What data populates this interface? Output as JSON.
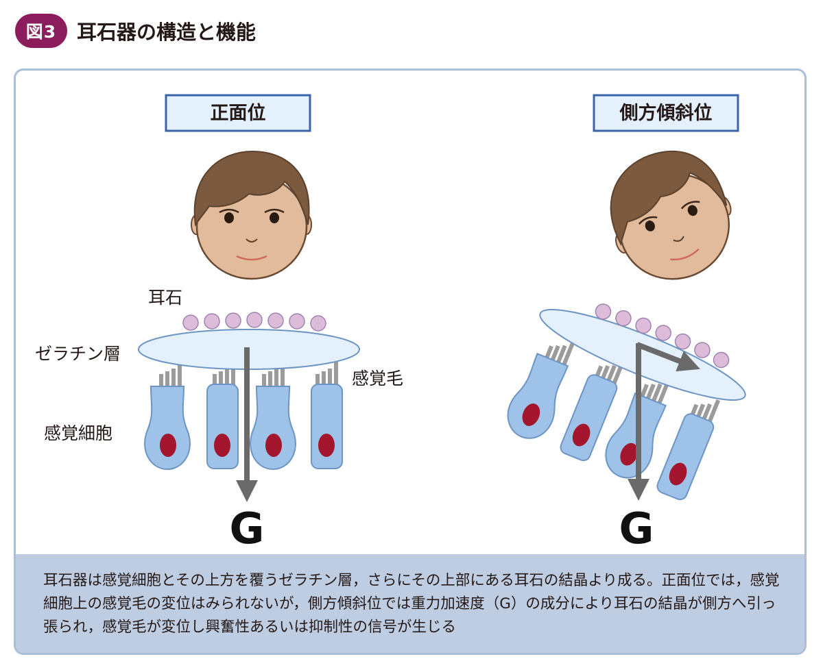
{
  "header": {
    "badge": "図3",
    "title": "耳石器の構造と機能"
  },
  "left_panel": {
    "title": "正面位",
    "labels": {
      "otolith": "耳石",
      "gelatin": "ゼラチン層",
      "hair": "感覚毛",
      "cell": "感覚細胞"
    },
    "force": "G"
  },
  "right_panel": {
    "title": "側方傾斜位",
    "force": "G"
  },
  "caption": "耳石器は感覚細胞とその上方を覆うゼラチン層，さらにその上部にある耳石の結晶より成る。正面位では，感覚細胞上の感覚毛の変位はみられないが，側方傾斜位では重力加速度（G）の成分により耳石の結晶が側方へ引っ張られ，感覚毛が変位し興奮性あるいは抑制性の信号が生じる",
  "colors": {
    "badge": "#8c1d5c",
    "panel_border": "#a8bed9",
    "caption_bg": "#bfcde3",
    "title_box": "#e4f0fb",
    "title_border": "#3b64a8",
    "gelatin": "#e4f0fb",
    "otolith": "#dcbcd9",
    "cell": "#9fc2e8",
    "nucleus": "#a3162e",
    "hair": "#9b9b9b",
    "arrow": "#6a6a6a",
    "skin": "#e1bb9c",
    "hair_head": "#7b5a3f"
  }
}
